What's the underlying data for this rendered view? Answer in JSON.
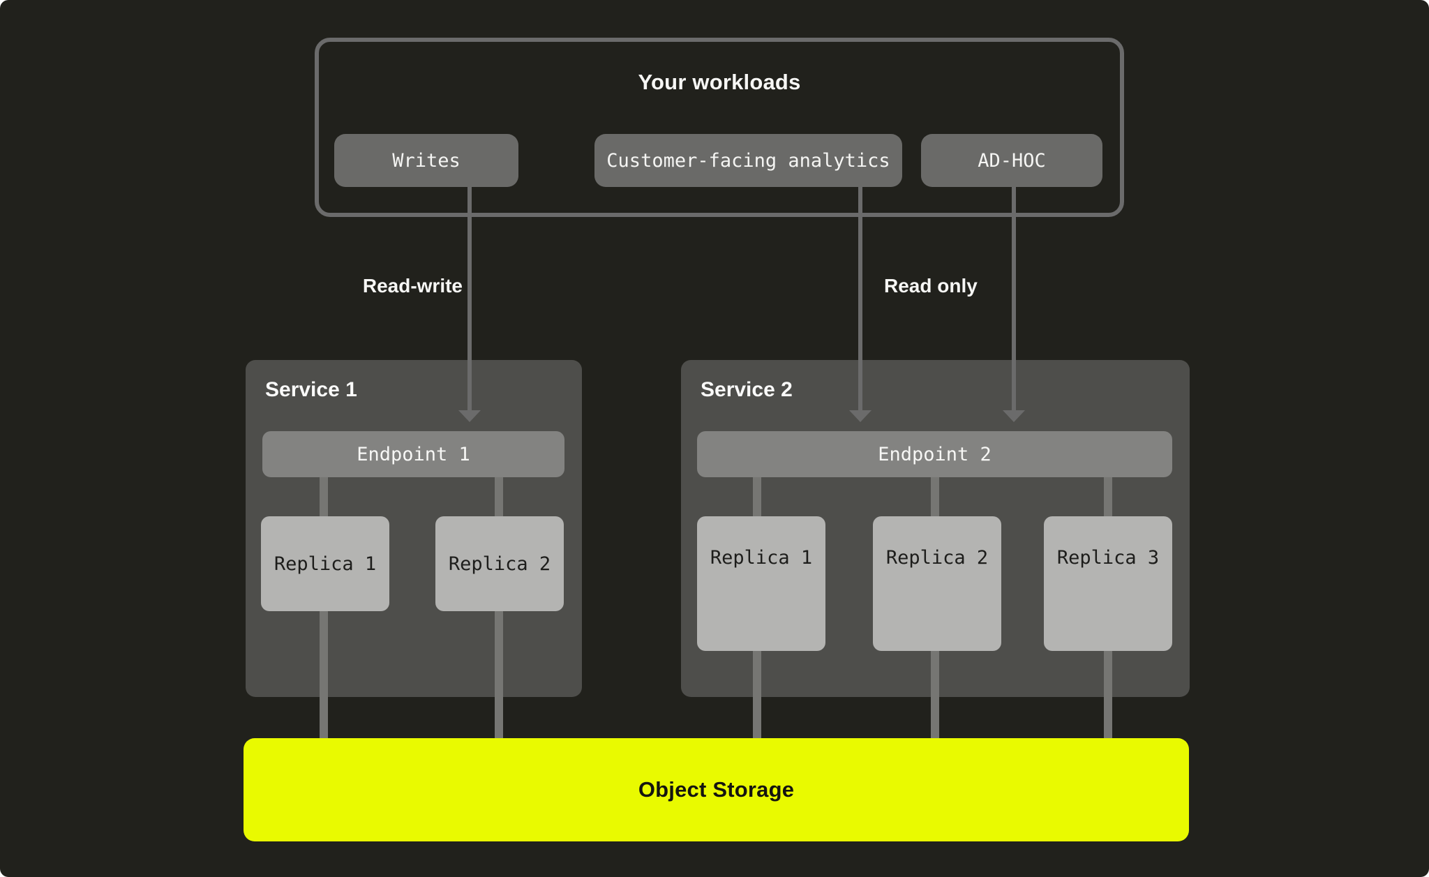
{
  "colors": {
    "background": "#21211c",
    "outline_gray": "#6b6b6b",
    "workload_chip_gray": "#6a6a68",
    "service_panel_gray": "#4e4e4b",
    "endpoint_gray": "#838381",
    "replica_gray": "#b4b4b2",
    "storage_yellow": "#e9fa00",
    "text_light": "#f5f5f3",
    "text_dark": "#1d1d1b"
  },
  "workloads": {
    "title": "Your workloads",
    "items": [
      {
        "label": "Writes"
      },
      {
        "label": "Customer-facing analytics"
      },
      {
        "label": "AD-HOC"
      }
    ]
  },
  "connections": {
    "read_write_label": "Read-write",
    "read_only_label": "Read only"
  },
  "services": [
    {
      "name": "Service 1",
      "endpoint": "Endpoint 1",
      "replicas": [
        "Replica 1",
        "Replica 2"
      ]
    },
    {
      "name": "Service 2",
      "endpoint": "Endpoint 2",
      "replicas": [
        "Replica 1",
        "Replica 2",
        "Replica 3"
      ]
    }
  ],
  "storage": {
    "label": "Object Storage"
  }
}
